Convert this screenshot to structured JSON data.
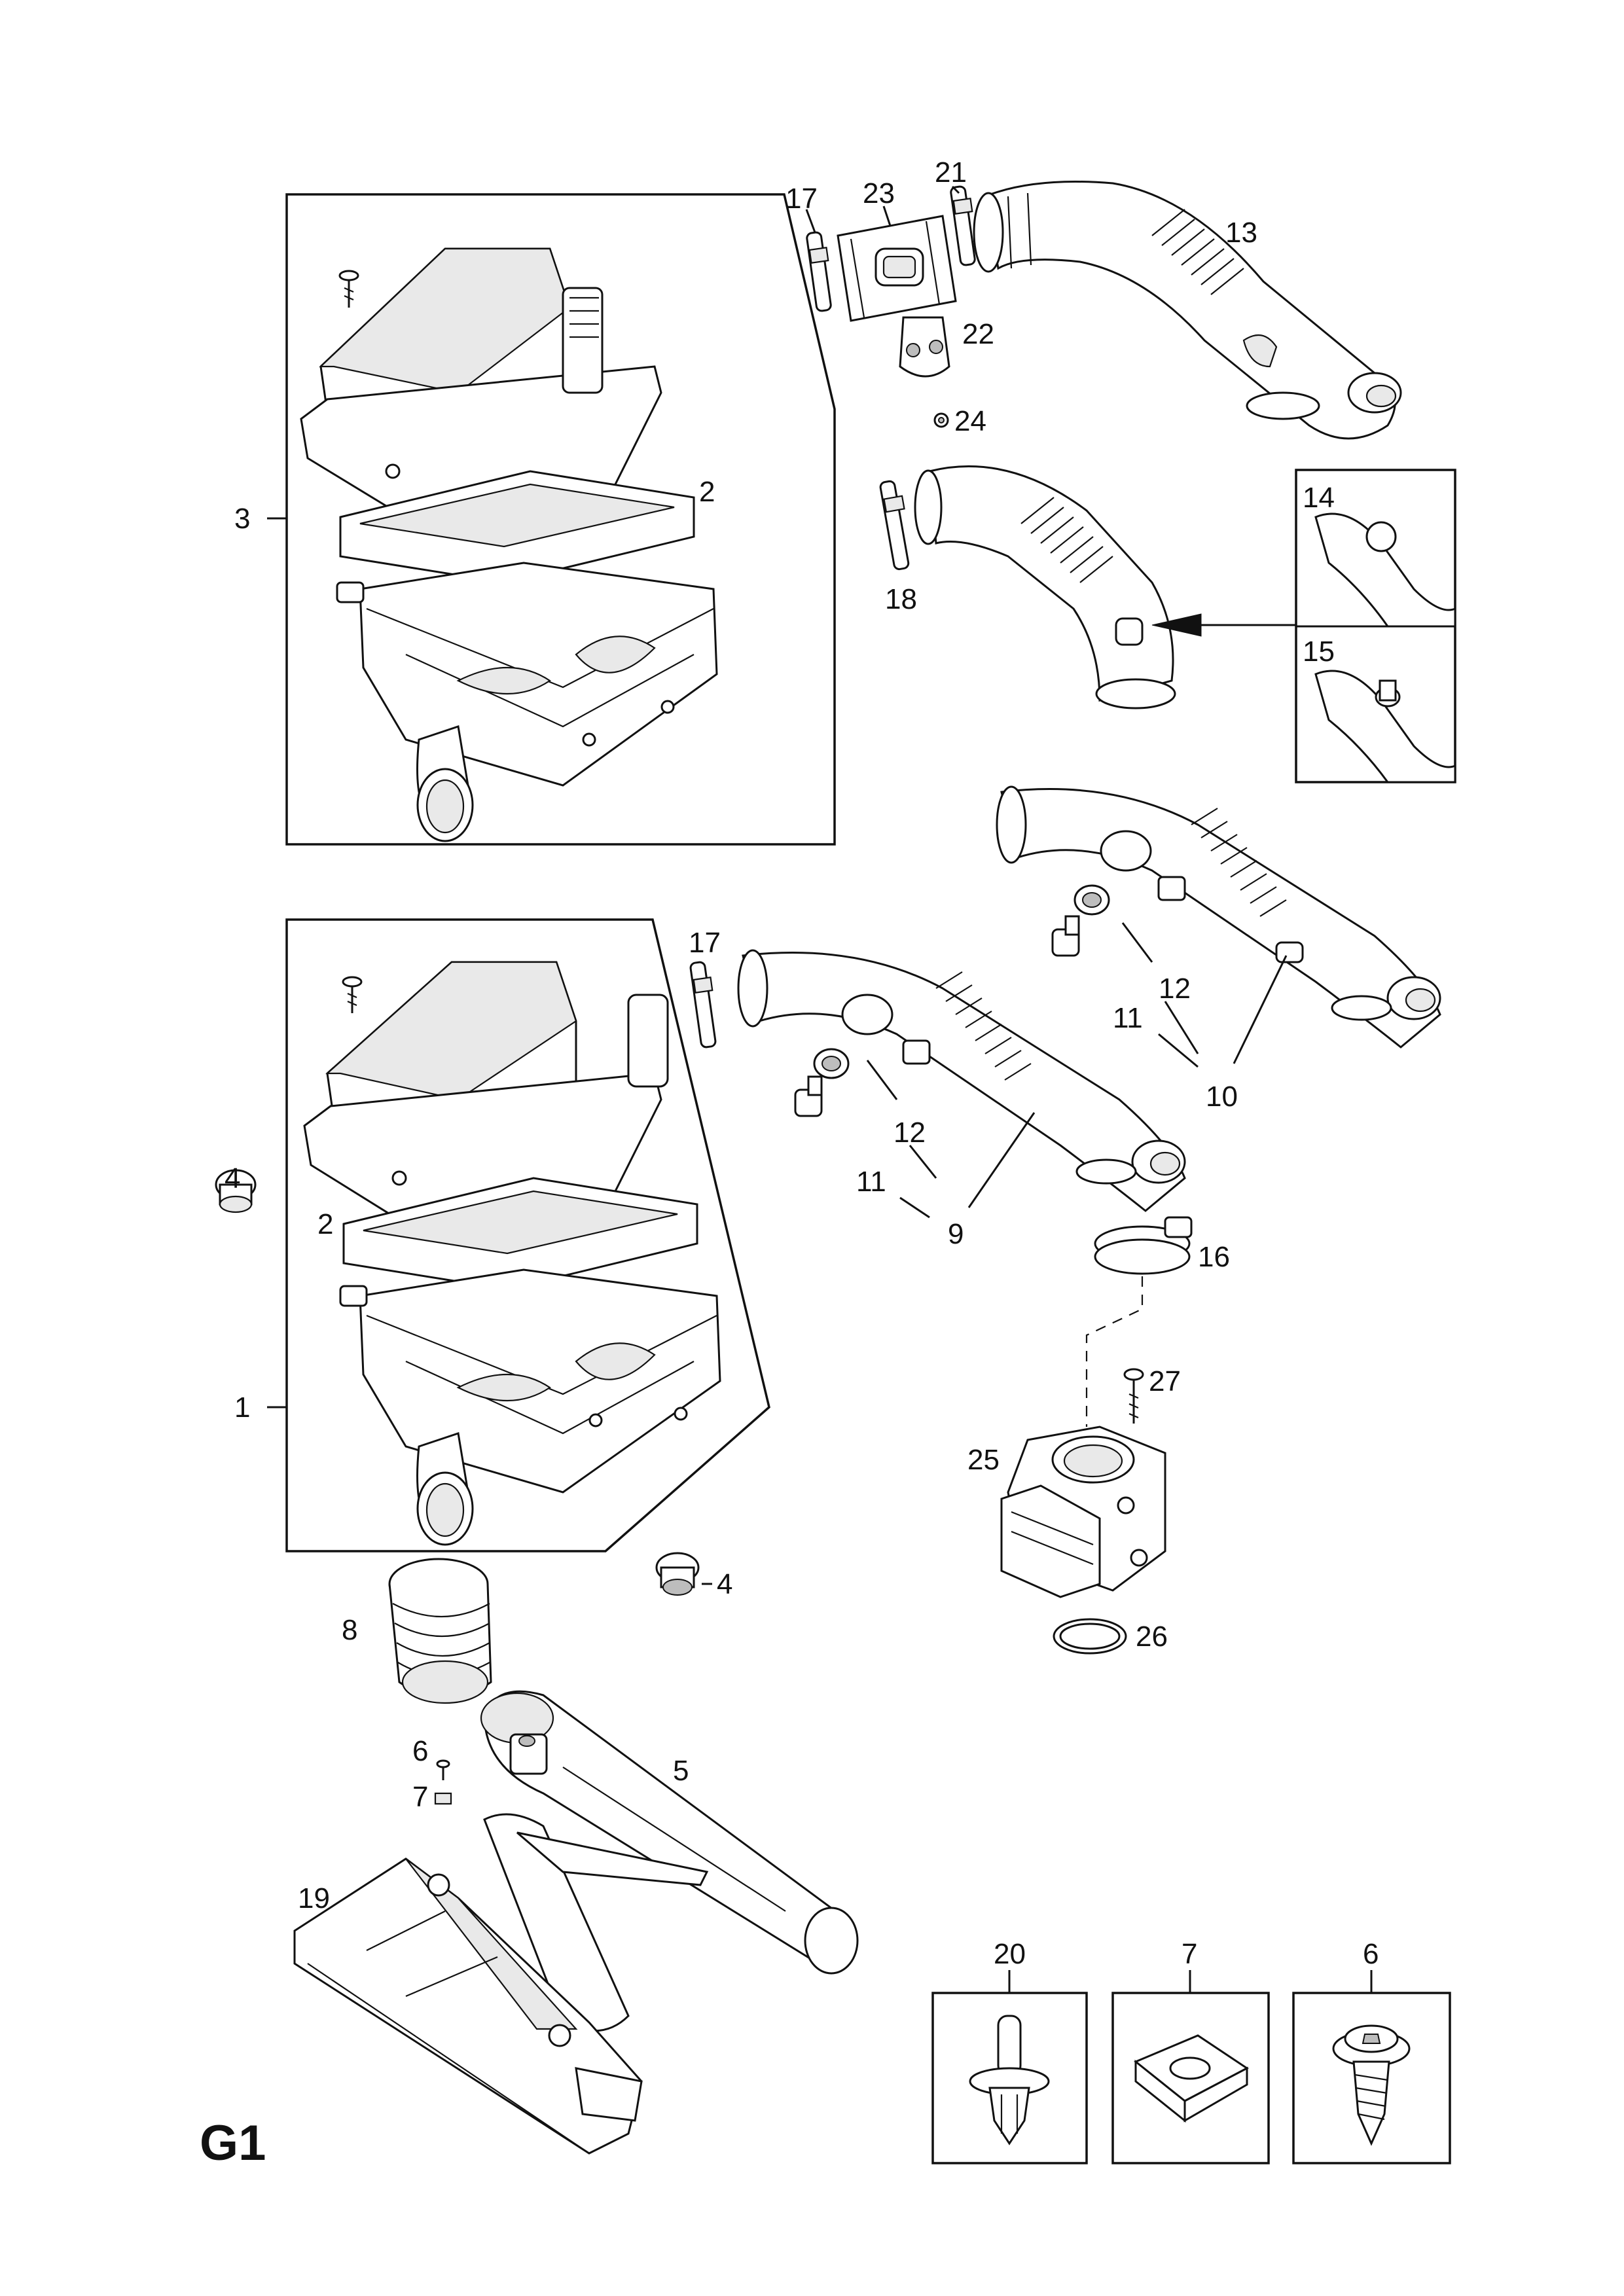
{
  "sheet": {
    "id": "G1"
  },
  "callouts": {
    "c1": "1",
    "c2a": "2",
    "c2b": "2",
    "c3": "3",
    "c4a": "4",
    "c4b": "4",
    "c5": "5",
    "c6a": "6",
    "c6b": "6",
    "c7a": "7",
    "c7b": "7",
    "c8": "8",
    "c9": "9",
    "c10": "10",
    "c11a": "11",
    "c11b": "11",
    "c12a": "12",
    "c12b": "12",
    "c13": "13",
    "c14": "14",
    "c15": "15",
    "c16": "16",
    "c17a": "17",
    "c17b": "17",
    "c18": "18",
    "c19": "19",
    "c20": "20",
    "c21": "21",
    "c22": "22",
    "c23": "23",
    "c24": "24",
    "c25": "25",
    "c26": "26",
    "c27": "27"
  },
  "colors": {
    "line": "#111111",
    "fill": "#ffffff",
    "shade": "#e9e9e9",
    "dark": "#bdbdbd"
  }
}
